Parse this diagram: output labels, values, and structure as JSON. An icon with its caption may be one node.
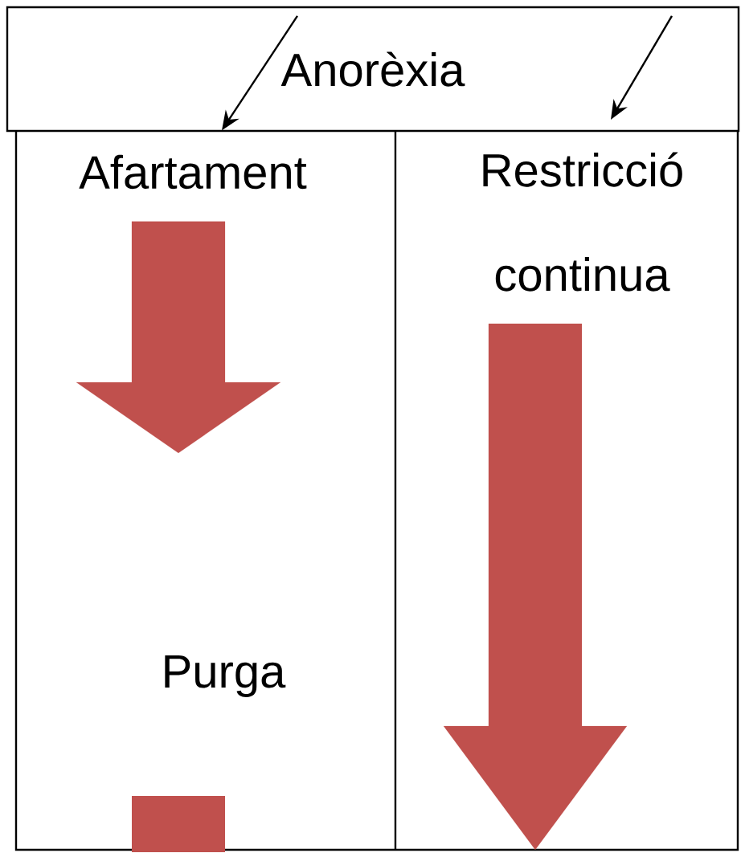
{
  "diagram": {
    "nodes": [
      {
        "text": [
          "Anorèxia"
        ]
      },
      {
        "text": [
          "Afartament"
        ]
      },
      {
        "text": [
          "Restricció continua"
        ]
      },
      {
        "text": [
          "Purga"
        ]
      },
      {
        "text": [],
        "shape": "box"
      }
    ],
    "edges": [
      {
        "from": 0,
        "to": 1,
        "arrow": "to"
      },
      {
        "from": 0,
        "to": 2,
        "arrow": "to"
      },
      {
        "from": 1,
        "to": null,
        "arrow": "to",
        "style": "thick",
        "color": "#c0504d"
      },
      {
        "from": 2,
        "to": null,
        "arrow": "to",
        "style": "thick",
        "color": "#c0504d"
      }
    ]
  }
}
